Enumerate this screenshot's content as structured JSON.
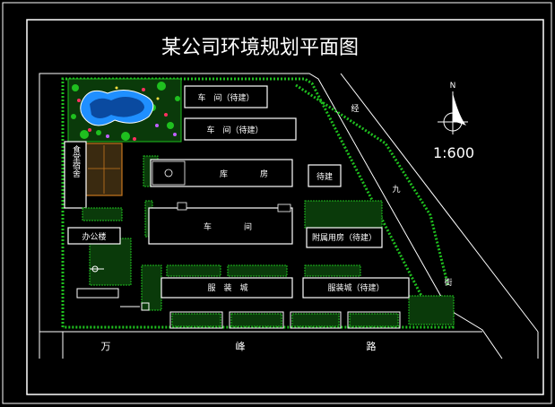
{
  "title": "某公司环境规划平面图",
  "scale": "1:600",
  "north": "N",
  "colors": {
    "background": "#000000",
    "frame": "#ffffff",
    "building": "#ffffff",
    "green": "#1fbf1f",
    "water": "#1f8fff",
    "road_line": "#ffffff",
    "accent_orange": "#c8781e",
    "flower_red": "#ff3060",
    "flower_purple": "#c060ff",
    "flower_yellow": "#ffe040"
  },
  "buildings": {
    "workshop_planned_1": "车　间（待建）",
    "workshop_planned_2": "车　间（待建）",
    "warehouse": "库　　　　房",
    "canteen": "食堂宿舍",
    "planned_small": "待建",
    "workshop_main": "车　　　　间",
    "office": "办公楼",
    "annex_planned": "附属用房（待建）",
    "garment_city": "服　装　城",
    "garment_city_planned": "服装城（待建）"
  },
  "roads": {
    "south_road": [
      "万",
      "峰",
      "路"
    ],
    "east_road": [
      "经",
      "九",
      "街"
    ]
  }
}
